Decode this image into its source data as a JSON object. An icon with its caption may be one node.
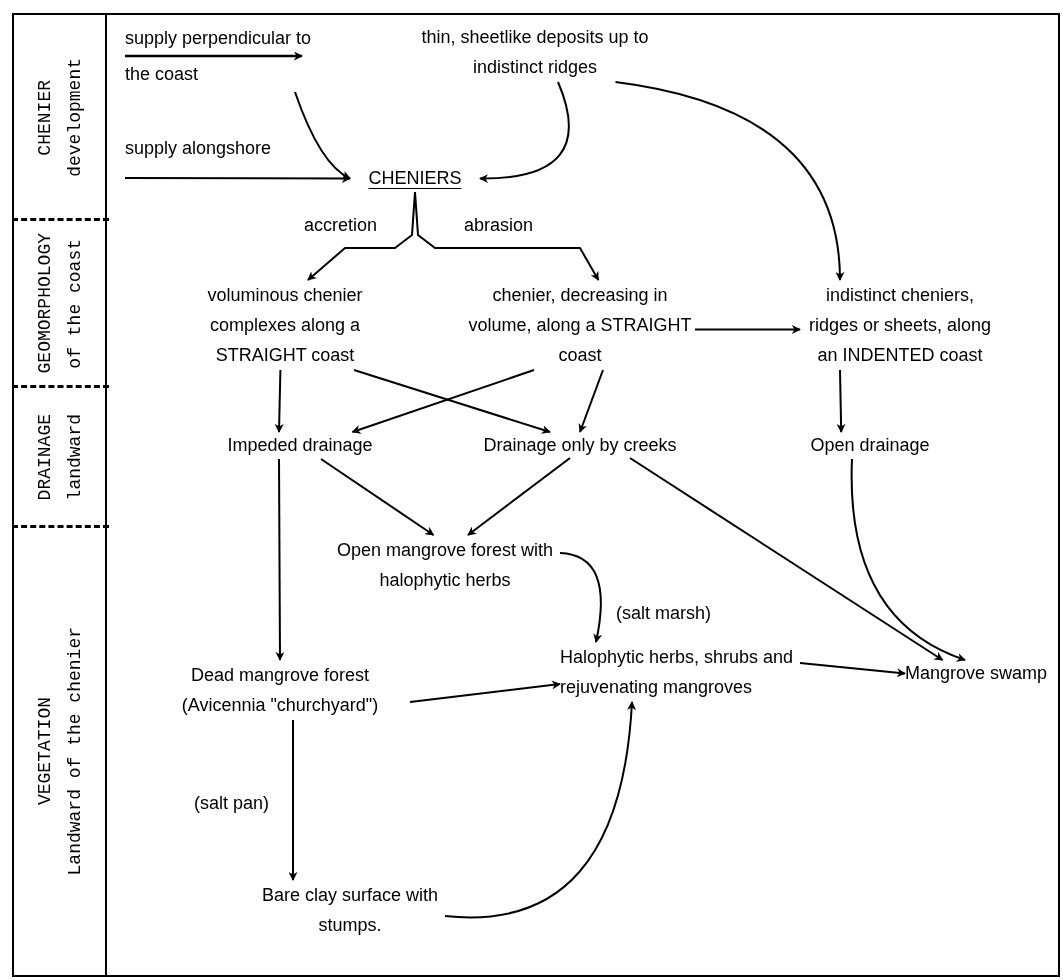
{
  "diagram": {
    "nodes": [
      {
        "text": [
          "CHENIER",
          "development"
        ]
      },
      {
        "text": [
          "GEOMORPHOLOGY",
          "of the coast"
        ]
      },
      {
        "text": [
          "DRAINAGE",
          "landward"
        ]
      },
      {
        "text": [
          "VEGETATION",
          "Landward of the chenier"
        ]
      },
      {
        "text": [
          "supply perpendicular to the coast"
        ]
      },
      {
        "text": [
          "supply alongshore"
        ]
      },
      {
        "text": [
          "thin, sheetlike deposits up to indistinct ridges"
        ]
      },
      {
        "text": [
          "CHENIERS"
        ]
      },
      {
        "text": [
          "voluminous chenier complexes along a STRAIGHT coast"
        ]
      },
      {
        "text": [
          "chenier, decreasing in volume, along a STRAIGHT coast"
        ]
      },
      {
        "text": [
          "indistinct cheniers, ridges or sheets, along an INDENTED coast"
        ]
      },
      {
        "text": [
          "Impeded drainage"
        ]
      },
      {
        "text": [
          "Drainage only by creeks"
        ]
      },
      {
        "text": [
          "Open drainage"
        ]
      },
      {
        "text": [
          "Open mangrove forest with halophytic herbs"
        ]
      },
      {
        "text": [
          "Dead mangrove forest (Avicennia \"churchyard\")"
        ]
      },
      {
        "text": [
          "Halophytic herbs, shrubs and rejuvenating mangroves"
        ]
      },
      {
        "text": [
          "Mangrove swamp"
        ]
      },
      {
        "text": [
          "Bare clay surface with stumps."
        ]
      }
    ],
    "edges": [
      {
        "from": 4,
        "to": 7,
        "arrow": "to"
      },
      {
        "from": 5,
        "to": 7,
        "arrow": "to"
      },
      {
        "from": 6,
        "to": 7,
        "arrow": "to"
      },
      {
        "from": 6,
        "to": 10,
        "arrow": "to"
      },
      {
        "from": 7,
        "to": 8,
        "arrow": "to",
        "label": "accretion"
      },
      {
        "from": 7,
        "to": 9,
        "arrow": "to",
        "label": "abrasion"
      },
      {
        "from": 9,
        "to": 10,
        "arrow": "to"
      },
      {
        "from": 8,
        "to": 11,
        "arrow": "to"
      },
      {
        "from": 8,
        "to": 12,
        "arrow": "to"
      },
      {
        "from": 9,
        "to": 11,
        "arrow": "to"
      },
      {
        "from": 9,
        "to": 12,
        "arrow": "to"
      },
      {
        "from": 10,
        "to": 13,
        "arrow": "to"
      },
      {
        "from": 11,
        "to": 14,
        "arrow": "to"
      },
      {
        "from": 12,
        "to": 14,
        "arrow": "to"
      },
      {
        "from": 11,
        "to": 15,
        "arrow": "to"
      },
      {
        "from": 12,
        "to": 17,
        "arrow": "to"
      },
      {
        "from": 13,
        "to": 17,
        "arrow": "to"
      },
      {
        "from": 14,
        "to": 16,
        "arrow": "to",
        "label": "(salt marsh)"
      },
      {
        "from": 15,
        "to": 16,
        "arrow": "to"
      },
      {
        "from": 15,
        "to": 18,
        "arrow": "to",
        "label": "(salt pan)"
      },
      {
        "from": 18,
        "to": 16,
        "arrow": "to"
      },
      {
        "from": 16,
        "to": 17,
        "arrow": "to"
      }
    ]
  }
}
